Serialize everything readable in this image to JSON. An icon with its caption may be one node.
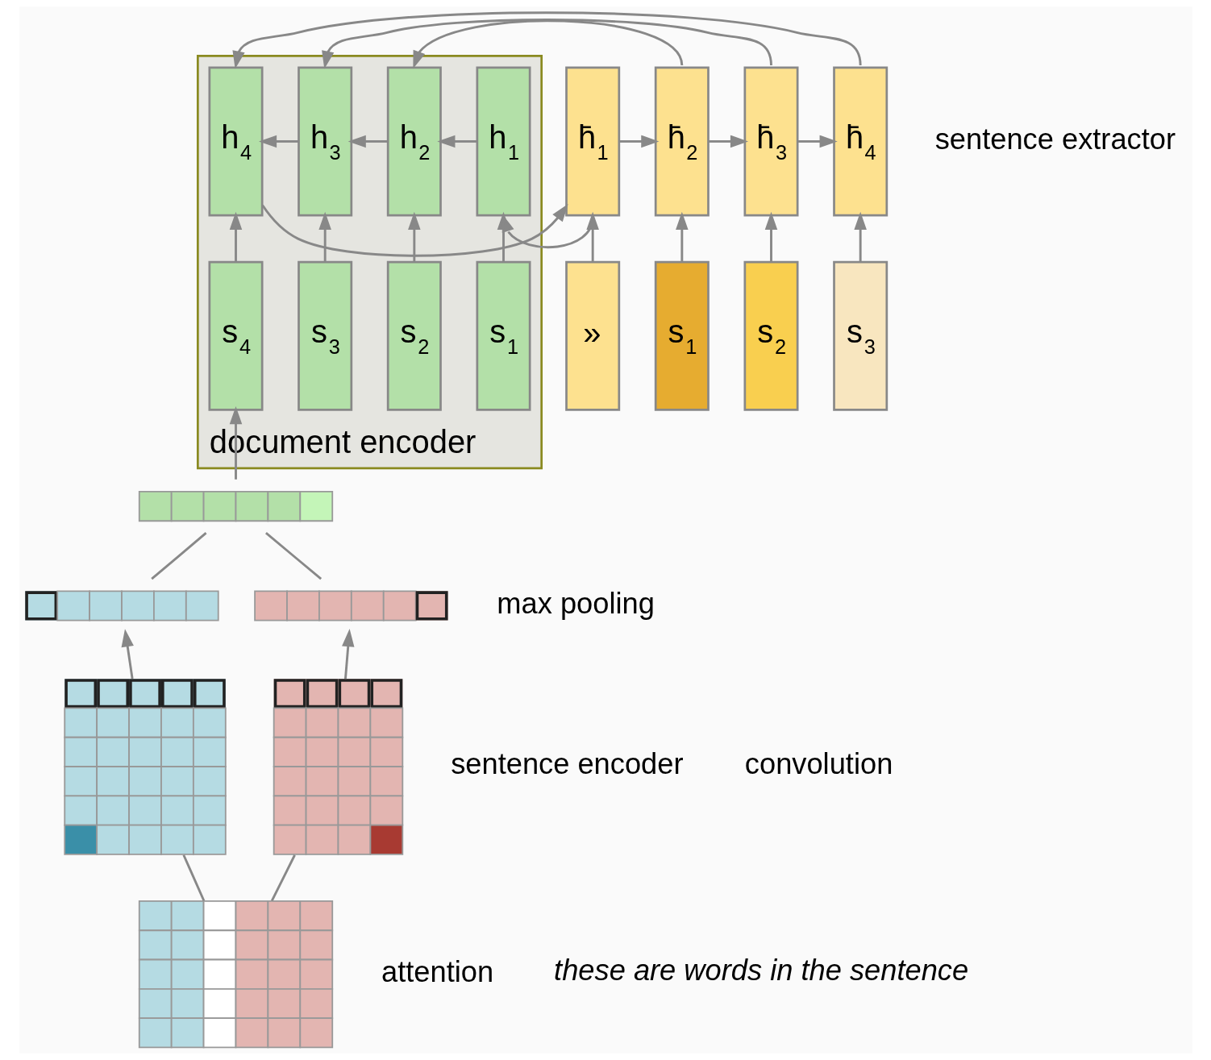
{
  "diagram": {
    "nodes": [
      {
        "text": [
          "document encoder"
        ]
      },
      {
        "text": [
          "h$_{1}$"
        ],
        "in": 0
      },
      {
        "text": [
          "h$_{2}$"
        ],
        "in": 0
      },
      {
        "text": [
          "h$_{3}$"
        ],
        "in": 0
      },
      {
        "text": [
          "h$_{4}$"
        ],
        "in": 0
      },
      {
        "text": [
          "h̄$_{1}$"
        ]
      },
      {
        "text": [
          "h̄$_{2}$"
        ]
      },
      {
        "text": [
          "h̄$_{3}$"
        ]
      },
      {
        "text": [
          "h̄$_{4}$"
        ]
      },
      {
        "text": [
          "s$_{1}$"
        ],
        "in": 0
      },
      {
        "text": [
          "s$_{2}$"
        ],
        "in": 0
      },
      {
        "text": [
          "s$_{3}$"
        ],
        "in": 0
      },
      {
        "text": [
          "s$_{4}$"
        ],
        "in": 0
      },
      {
        "text": [
          "»"
        ]
      },
      {
        "text": [
          "s$_{1}$"
        ]
      },
      {
        "text": [
          "s$_{2}$"
        ]
      },
      {
        "text": [
          "s$_{3}$"
        ]
      },
      {
        "text": [],
        "shape": "bar"
      },
      {
        "text": [],
        "shape": "bar"
      },
      {
        "text": [],
        "shape": "bar"
      },
      {
        "text": [],
        "shape": "grid"
      },
      {
        "text": [],
        "shape": "grid"
      },
      {
        "text": [],
        "shape": "grid"
      }
    ],
    "edges": [
      {
        "from": 1,
        "to": 2,
        "arrow": "to"
      },
      {
        "from": 2,
        "to": 3,
        "arrow": "to"
      },
      {
        "from": 3,
        "to": 4,
        "arrow": "to"
      },
      {
        "from": 4,
        "to": 5,
        "arrow": "to"
      },
      {
        "from": 5,
        "to": 6,
        "arrow": "to"
      },
      {
        "from": 6,
        "to": 7,
        "arrow": "to"
      },
      {
        "from": 7,
        "to": 8,
        "arrow": "to"
      },
      {
        "from": 9,
        "to": 1,
        "arrow": "to"
      },
      {
        "from": 10,
        "to": 2,
        "arrow": "to"
      },
      {
        "from": 11,
        "to": 3,
        "arrow": "to"
      },
      {
        "from": 12,
        "to": 4,
        "arrow": "to"
      },
      {
        "from": 13,
        "to": 5,
        "arrow": "to"
      },
      {
        "from": 14,
        "to": 6,
        "arrow": "to"
      },
      {
        "from": 15,
        "to": 7,
        "arrow": "to"
      },
      {
        "from": 16,
        "to": 8,
        "arrow": "to"
      },
      {
        "from": 5,
        "to": 1,
        "arrow": "to"
      },
      {
        "from": 6,
        "to": 2,
        "arrow": "to"
      },
      {
        "from": 7,
        "to": 3,
        "arrow": "to"
      },
      {
        "from": 8,
        "to": 4,
        "arrow": "to"
      },
      {
        "from": 17,
        "to": 12,
        "arrow": "to"
      },
      {
        "from": 18,
        "to": 17,
        "arrow": "none"
      },
      {
        "from": 19,
        "to": 17,
        "arrow": "none"
      },
      {
        "from": 20,
        "to": 18,
        "arrow": "to"
      },
      {
        "from": 21,
        "to": 19,
        "arrow": "to"
      },
      {
        "from": 22,
        "to": 20,
        "arrow": "none"
      },
      {
        "from": 22,
        "to": 21,
        "arrow": "none"
      }
    ],
    "labels": [
      "attention",
      "sentence extractor",
      "max pooling",
      "sentence encoder",
      "convolution",
      "these are words in the sentence"
    ]
  }
}
